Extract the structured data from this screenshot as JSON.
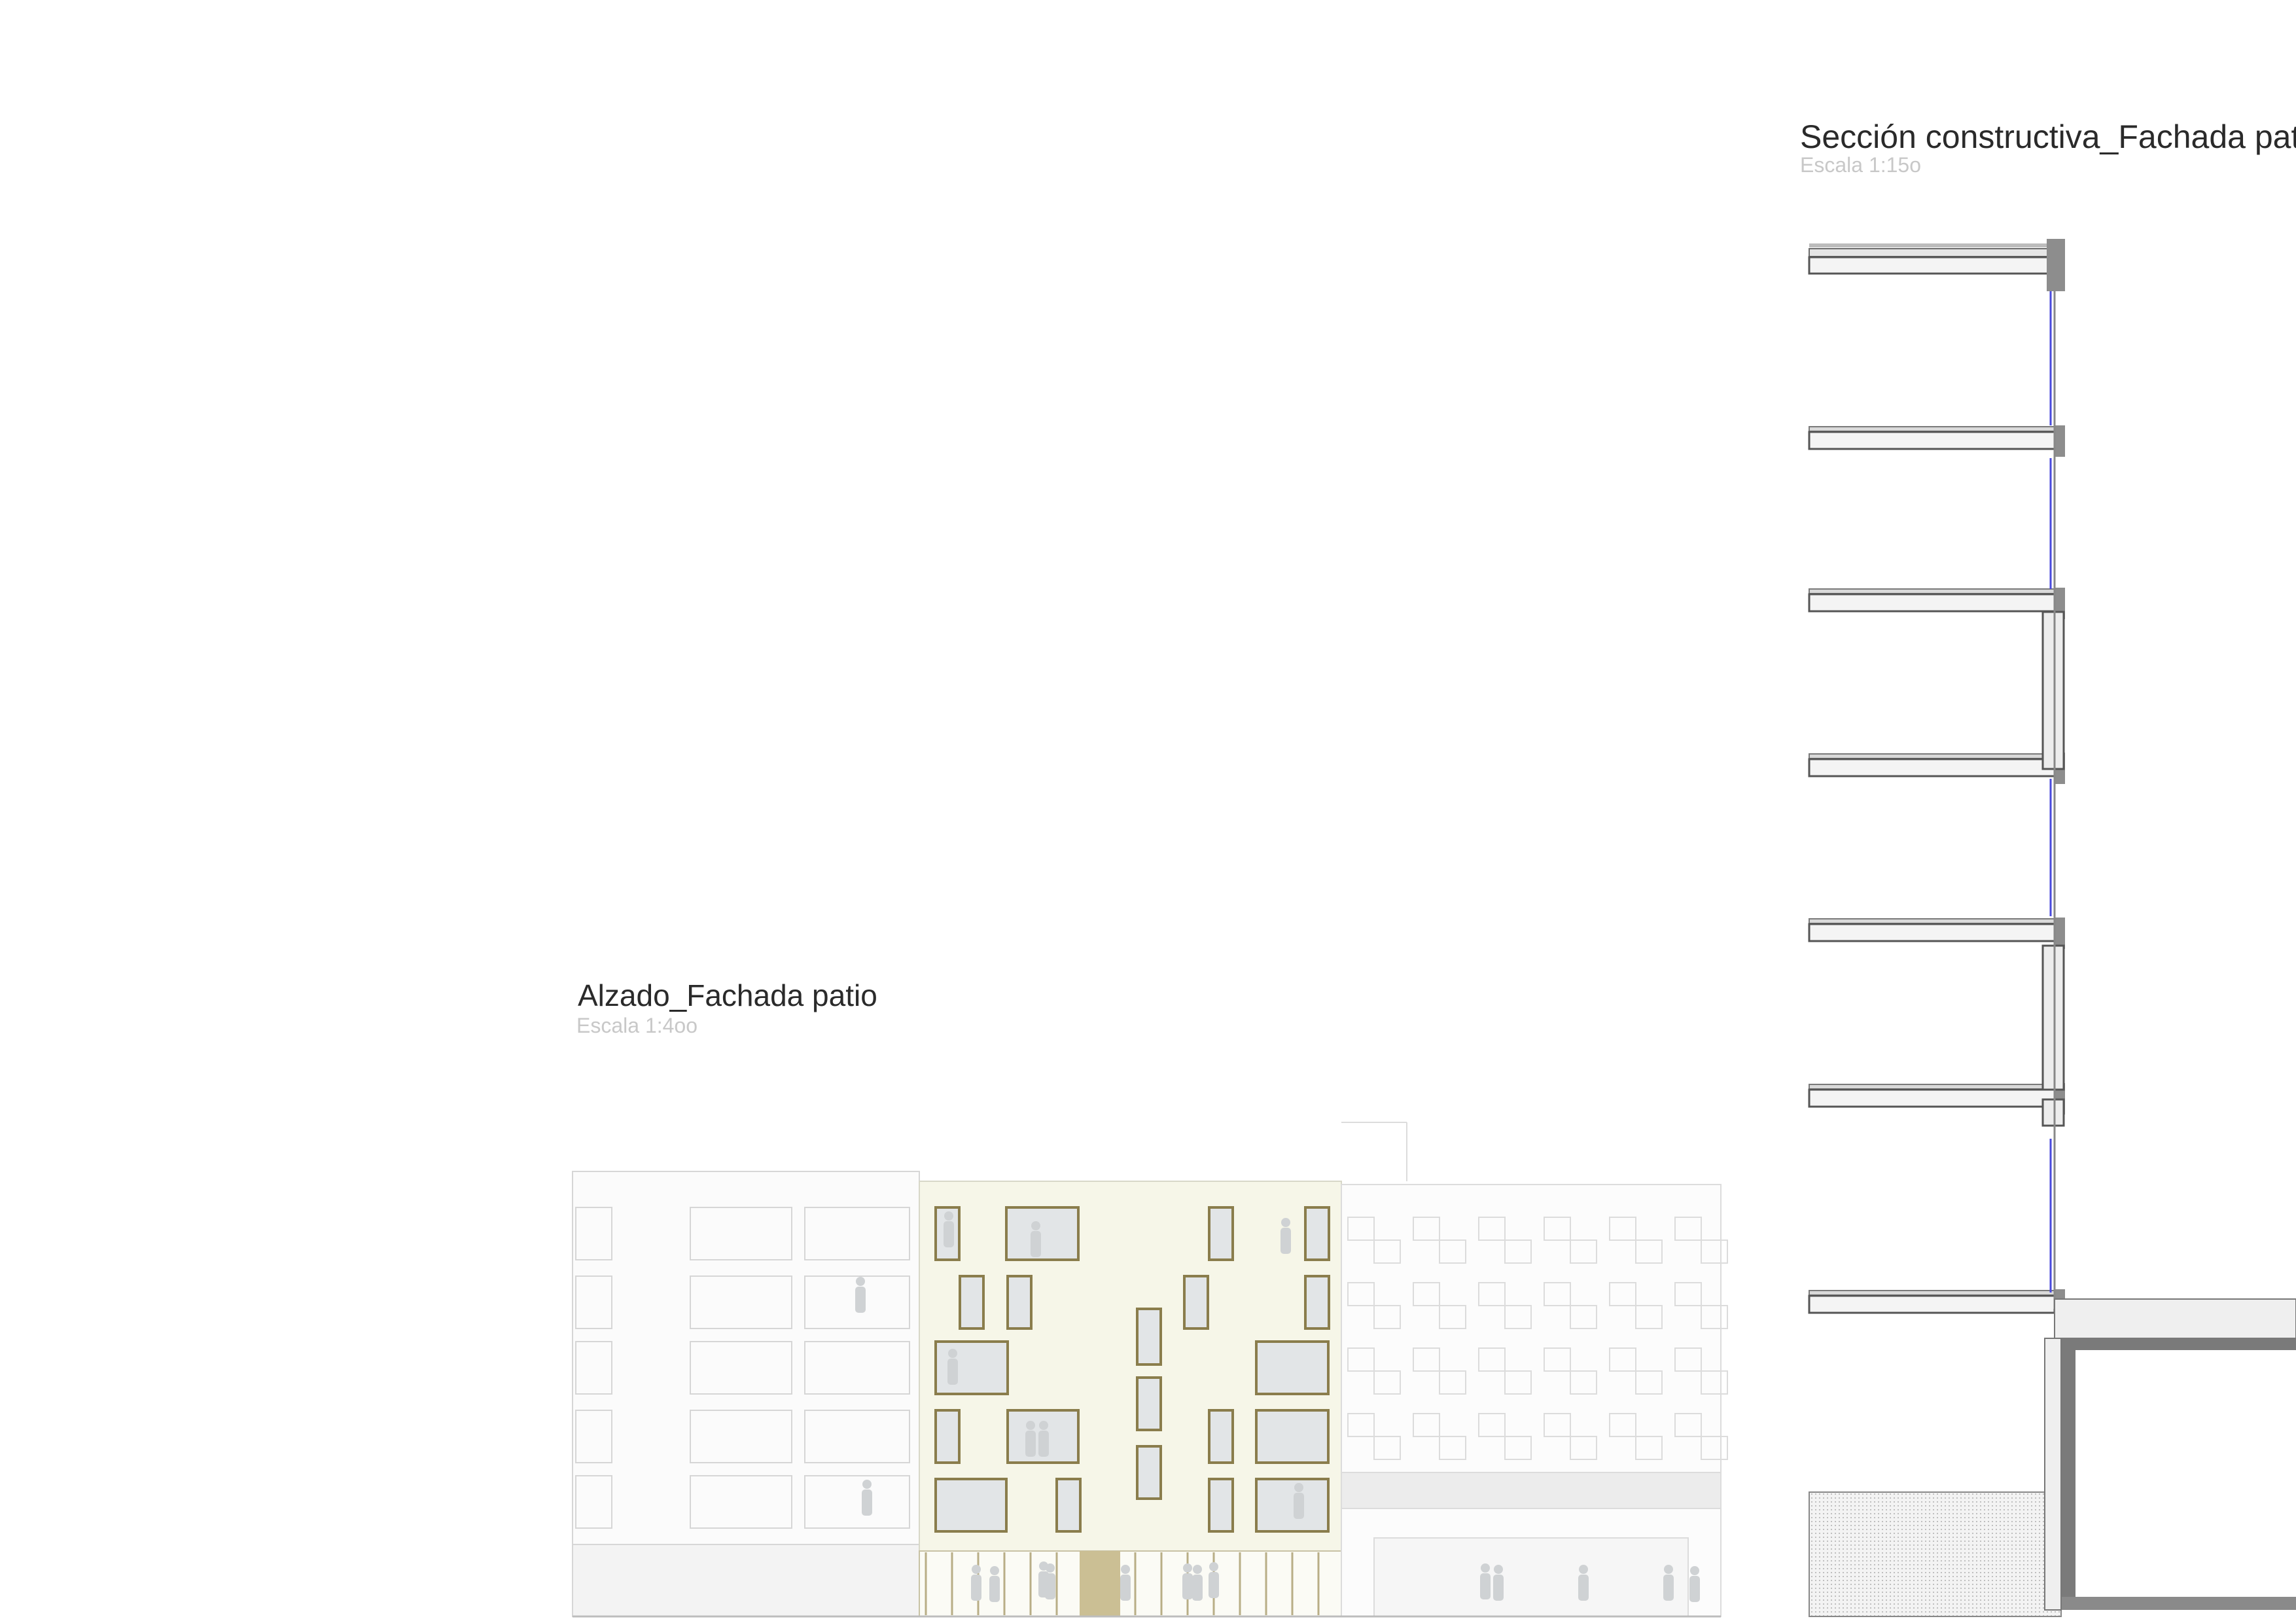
{
  "elevation": {
    "title": "Alzado_Fachada patio",
    "scale": "Escala 1:4oo"
  },
  "section": {
    "title": "Sección constructiva_Fachada patio",
    "scale": "Escala 1:15o"
  },
  "colors": {
    "background": "#ffffff",
    "facade_main": "#f6f6e8",
    "window_frame": "#8a7d4c",
    "glass": "#e1e4e6",
    "neighbor_lines": "#cfcfcf",
    "section_line": "#555555",
    "section_fill": "#9c9c9c",
    "glazing": "#4a4adc",
    "door": "#cbbf94"
  }
}
